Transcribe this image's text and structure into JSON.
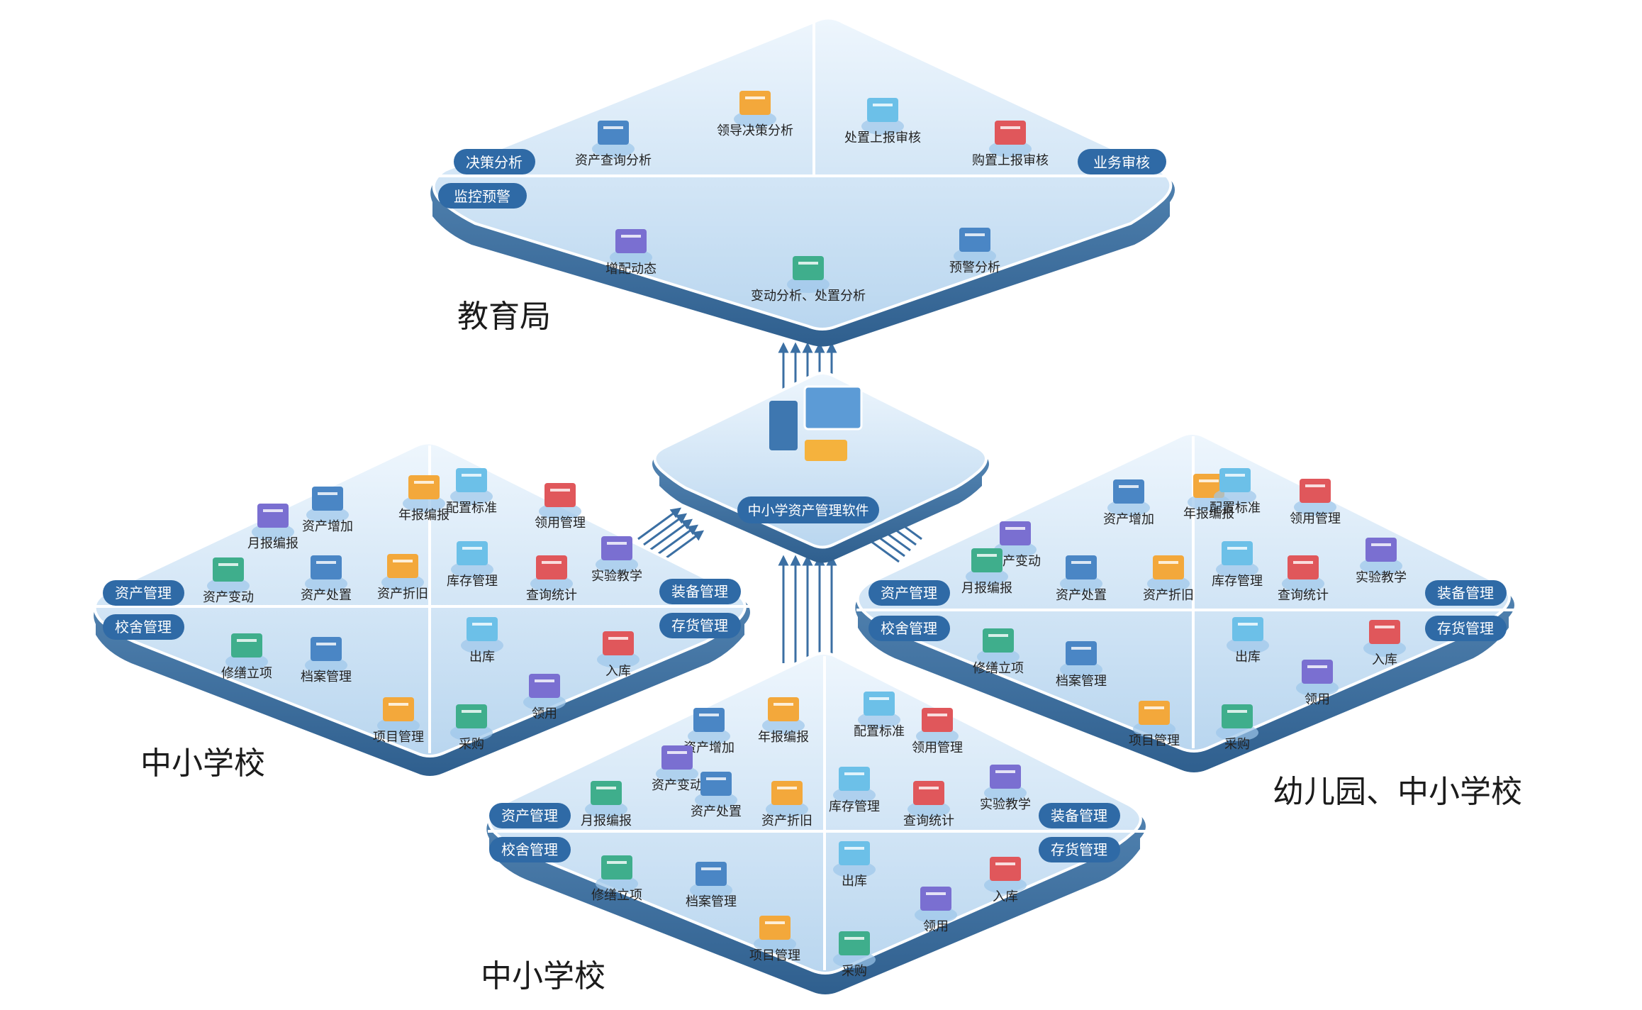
{
  "colors": {
    "platform_top": "#dcebf8",
    "platform_edge": "#3e6f9c",
    "platform_side": "#5b8fc0",
    "badge": "#2f6aa6",
    "arrow": "#3b6fa3",
    "label_text": "#222222"
  },
  "bureau": {
    "title": "教育局",
    "badges": [
      "决策分析",
      "业务审核",
      "监控预警"
    ],
    "items": [
      "资产查询分析",
      "领导决策分析",
      "处置上报审核",
      "购置上报审核",
      "增配动态",
      "变动分析、处置分析",
      "预警分析"
    ]
  },
  "hub": {
    "label": "中小学资产管理软件"
  },
  "left_school": {
    "title": "中小学校",
    "badges": [
      "资产管理",
      "装备管理",
      "校舍管理",
      "存货管理"
    ],
    "items": [
      "资产增加",
      "年报编报",
      "配置标准",
      "领用管理",
      "月报编报",
      "资产变动",
      "资产处置",
      "资产折旧",
      "库存管理",
      "查询统计",
      "实验教学",
      "修缮立项",
      "档案管理",
      "项目管理",
      "出库",
      "入库",
      "领用",
      "采购"
    ]
  },
  "right_school": {
    "title": "幼儿园、中小学校",
    "badges": [
      "资产管理",
      "装备管理",
      "校舍管理",
      "存货管理"
    ],
    "items": [
      "资产增加",
      "年报编报",
      "配置标准",
      "领用管理",
      "资产变动",
      "月报编报",
      "资产处置",
      "资产折旧",
      "库存管理",
      "查询统计",
      "实验教学",
      "修缮立项",
      "档案管理",
      "项目管理",
      "出库",
      "入库",
      "领用",
      "采购"
    ]
  },
  "bottom_school": {
    "title": "中小学校",
    "badges": [
      "资产管理",
      "装备管理",
      "校舍管理",
      "存货管理"
    ],
    "items": [
      "资产增加",
      "年报编报",
      "配置标准",
      "领用管理",
      "资产变动",
      "月报编报",
      "资产处置",
      "资产折旧",
      "库存管理",
      "查询统计",
      "实验教学",
      "修缮立项",
      "档案管理",
      "项目管理",
      "出库",
      "入库",
      "领用",
      "采购"
    ]
  }
}
